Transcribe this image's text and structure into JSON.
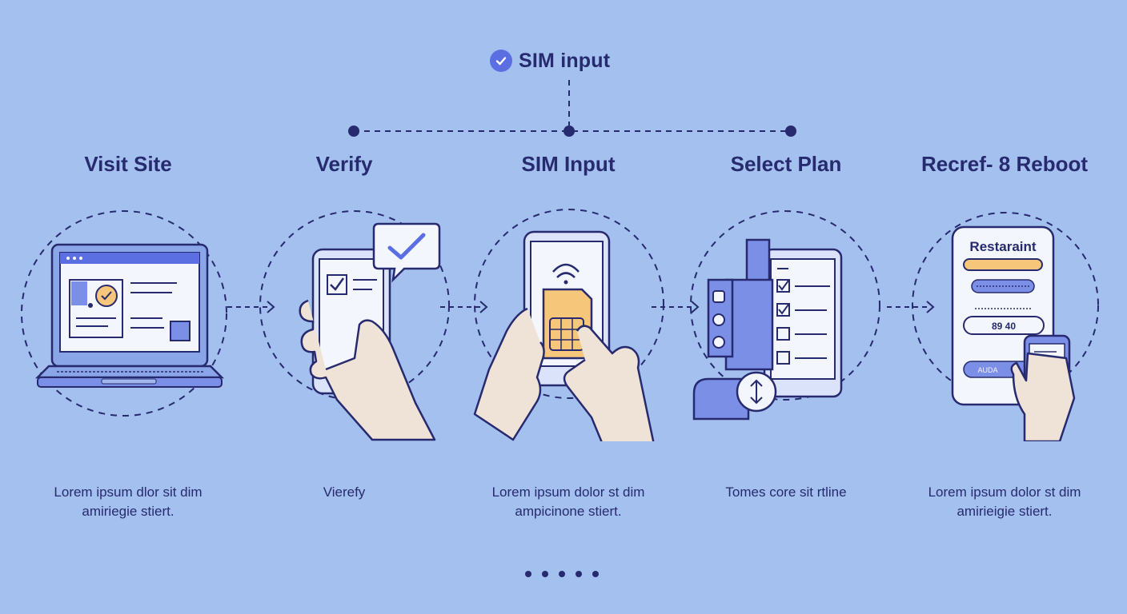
{
  "header": {
    "label": "SIM input",
    "icon": "check-circle-icon"
  },
  "steps": [
    {
      "title": "Visit Site",
      "desc_line1": "Lorem ipsum dlor sit dim",
      "desc_line2": "amiriegie stiert.",
      "icon": "laptop-icon"
    },
    {
      "title": "Verify",
      "desc_line1": "Vierefy",
      "desc_line2": "",
      "icon": "phone-check-icon"
    },
    {
      "title": "SIM Input",
      "desc_line1": "Lorem ipsum dolor st dim",
      "desc_line2": "ampicinone stiert.",
      "icon": "sim-card-icon"
    },
    {
      "title": "Select Plan",
      "desc_line1": "Tomes core sit rtline",
      "desc_line2": "",
      "icon": "checklist-icon"
    },
    {
      "title": "Recref- 8 Reboot",
      "desc_line1": "Lorem ipsum dolor st dim",
      "desc_line2": "amirieigie stiert.",
      "icon": "reboot-phone-icon"
    }
  ],
  "reboot_screen": {
    "title": "Restaraint",
    "field_value": "89 40",
    "pill_text": "AUDA"
  },
  "colors": {
    "background": "#a3c0ef",
    "ink": "#272a6e",
    "accent": "#5b6fe3",
    "highlight": "#f6c77a",
    "card": "#f3f6fd",
    "skin": "#efe3d8"
  },
  "pagination": {
    "count": 5
  }
}
